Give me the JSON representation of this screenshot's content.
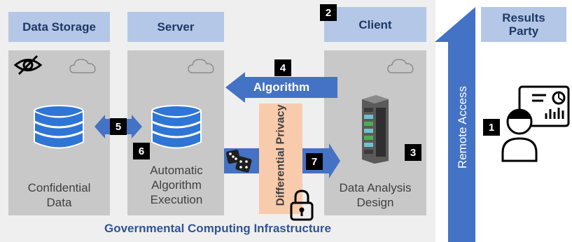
{
  "headers": {
    "data_storage": "Data Storage",
    "server": "Server",
    "client": "Client",
    "results_party": "Results Party"
  },
  "panels": {
    "confidential_data": "Confidential Data",
    "automatic_execution": "Automatic Algorithm Execution",
    "data_analysis_design": "Data Analysis Design"
  },
  "arrows": {
    "algorithm": "Algorithm",
    "differential_privacy": "Differential Privacy",
    "remote_access": "Remote Access"
  },
  "steps": [
    "1",
    "2",
    "3",
    "4",
    "5",
    "6",
    "7"
  ],
  "footer": "Governmental Computing Infrastructure",
  "colors": {
    "header_fill": "#b4c7e7",
    "panel_fill": "#c8c8c8",
    "arrow_fill": "#4472c4",
    "privacy_fill": "#f8cbad",
    "footer_text": "#2e5597"
  }
}
